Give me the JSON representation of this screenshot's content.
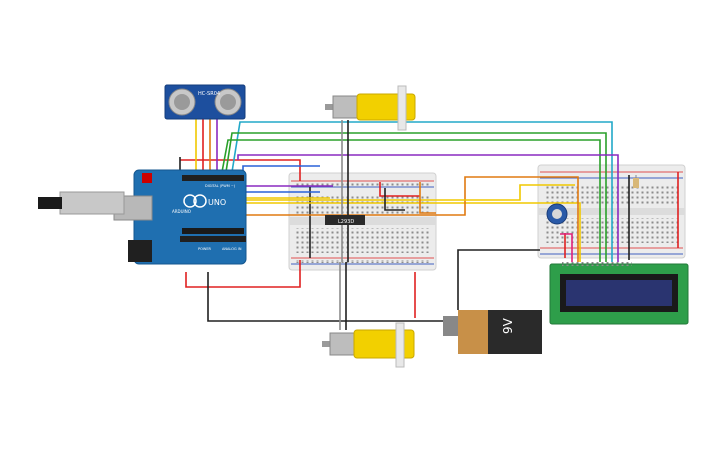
{
  "circuit": {
    "sensor": {
      "model": "HC-SR04"
    },
    "arduino": {
      "brand": "UNO",
      "label_left": "ARDUINO",
      "label_power": "POWER",
      "label_analog": "ANALOG IN",
      "label_digital": "DIGITAL (PWM ~)"
    },
    "driver_chip": {
      "label": "L293D"
    },
    "battery": {
      "label": "9V"
    },
    "colors": {
      "red": "#e02020",
      "black": "#202020",
      "blue": "#2a62d8",
      "green": "#2aa02a",
      "yellow": "#f0c800",
      "orange": "#e07a10",
      "purple": "#8a2ac0",
      "cyan": "#22a8c8",
      "gray": "#9a9a9a",
      "board_blue": "#1f6fb0",
      "lcd_green": "#2e9e4a"
    }
  }
}
